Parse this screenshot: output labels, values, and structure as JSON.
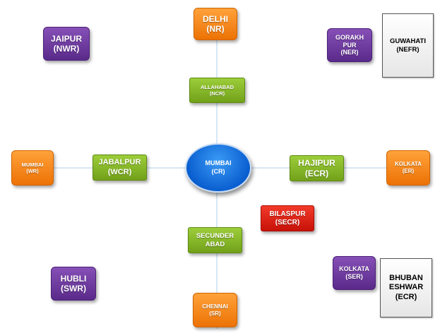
{
  "hub": {
    "label": "MUMBAI\n(CR)"
  },
  "nodes": {
    "delhi": "DELHI\n(NR)",
    "jaipur": "JAIPUR\n(NWR)",
    "gorakhpur": "GORAKH\nPUR\n(NER)",
    "guwahati": "GUWAHATI\n(NEFR)",
    "allahabad": "ALLAHABAD\n(NCR)",
    "mumbai_wr": "MUMBAI\n(WR)",
    "jabalpur": "JABALPUR\n(WCR)",
    "hajipur": "HAJIPUR\n(ECR)",
    "kolkata_er": "KOLKATA\n(ER)",
    "bilaspur": "BILASPUR\n(SECR)",
    "secunderabad": "SECUNDER\nABAD",
    "hubli": "HUBLI\n(SWR)",
    "kolkata_ser": "KOLKATA\n(SER)",
    "bhubaneswar": "BHUBAN\nESHWAR\n(ECR)",
    "chennai": "CHENNAI\n(SR)"
  },
  "colors": {
    "orange": "#f28a1d",
    "purple": "#6a3a9c",
    "green": "#86b62a",
    "red": "#e0241a",
    "hub_blue": "#0a6fe0",
    "line": "#c9dff0"
  }
}
